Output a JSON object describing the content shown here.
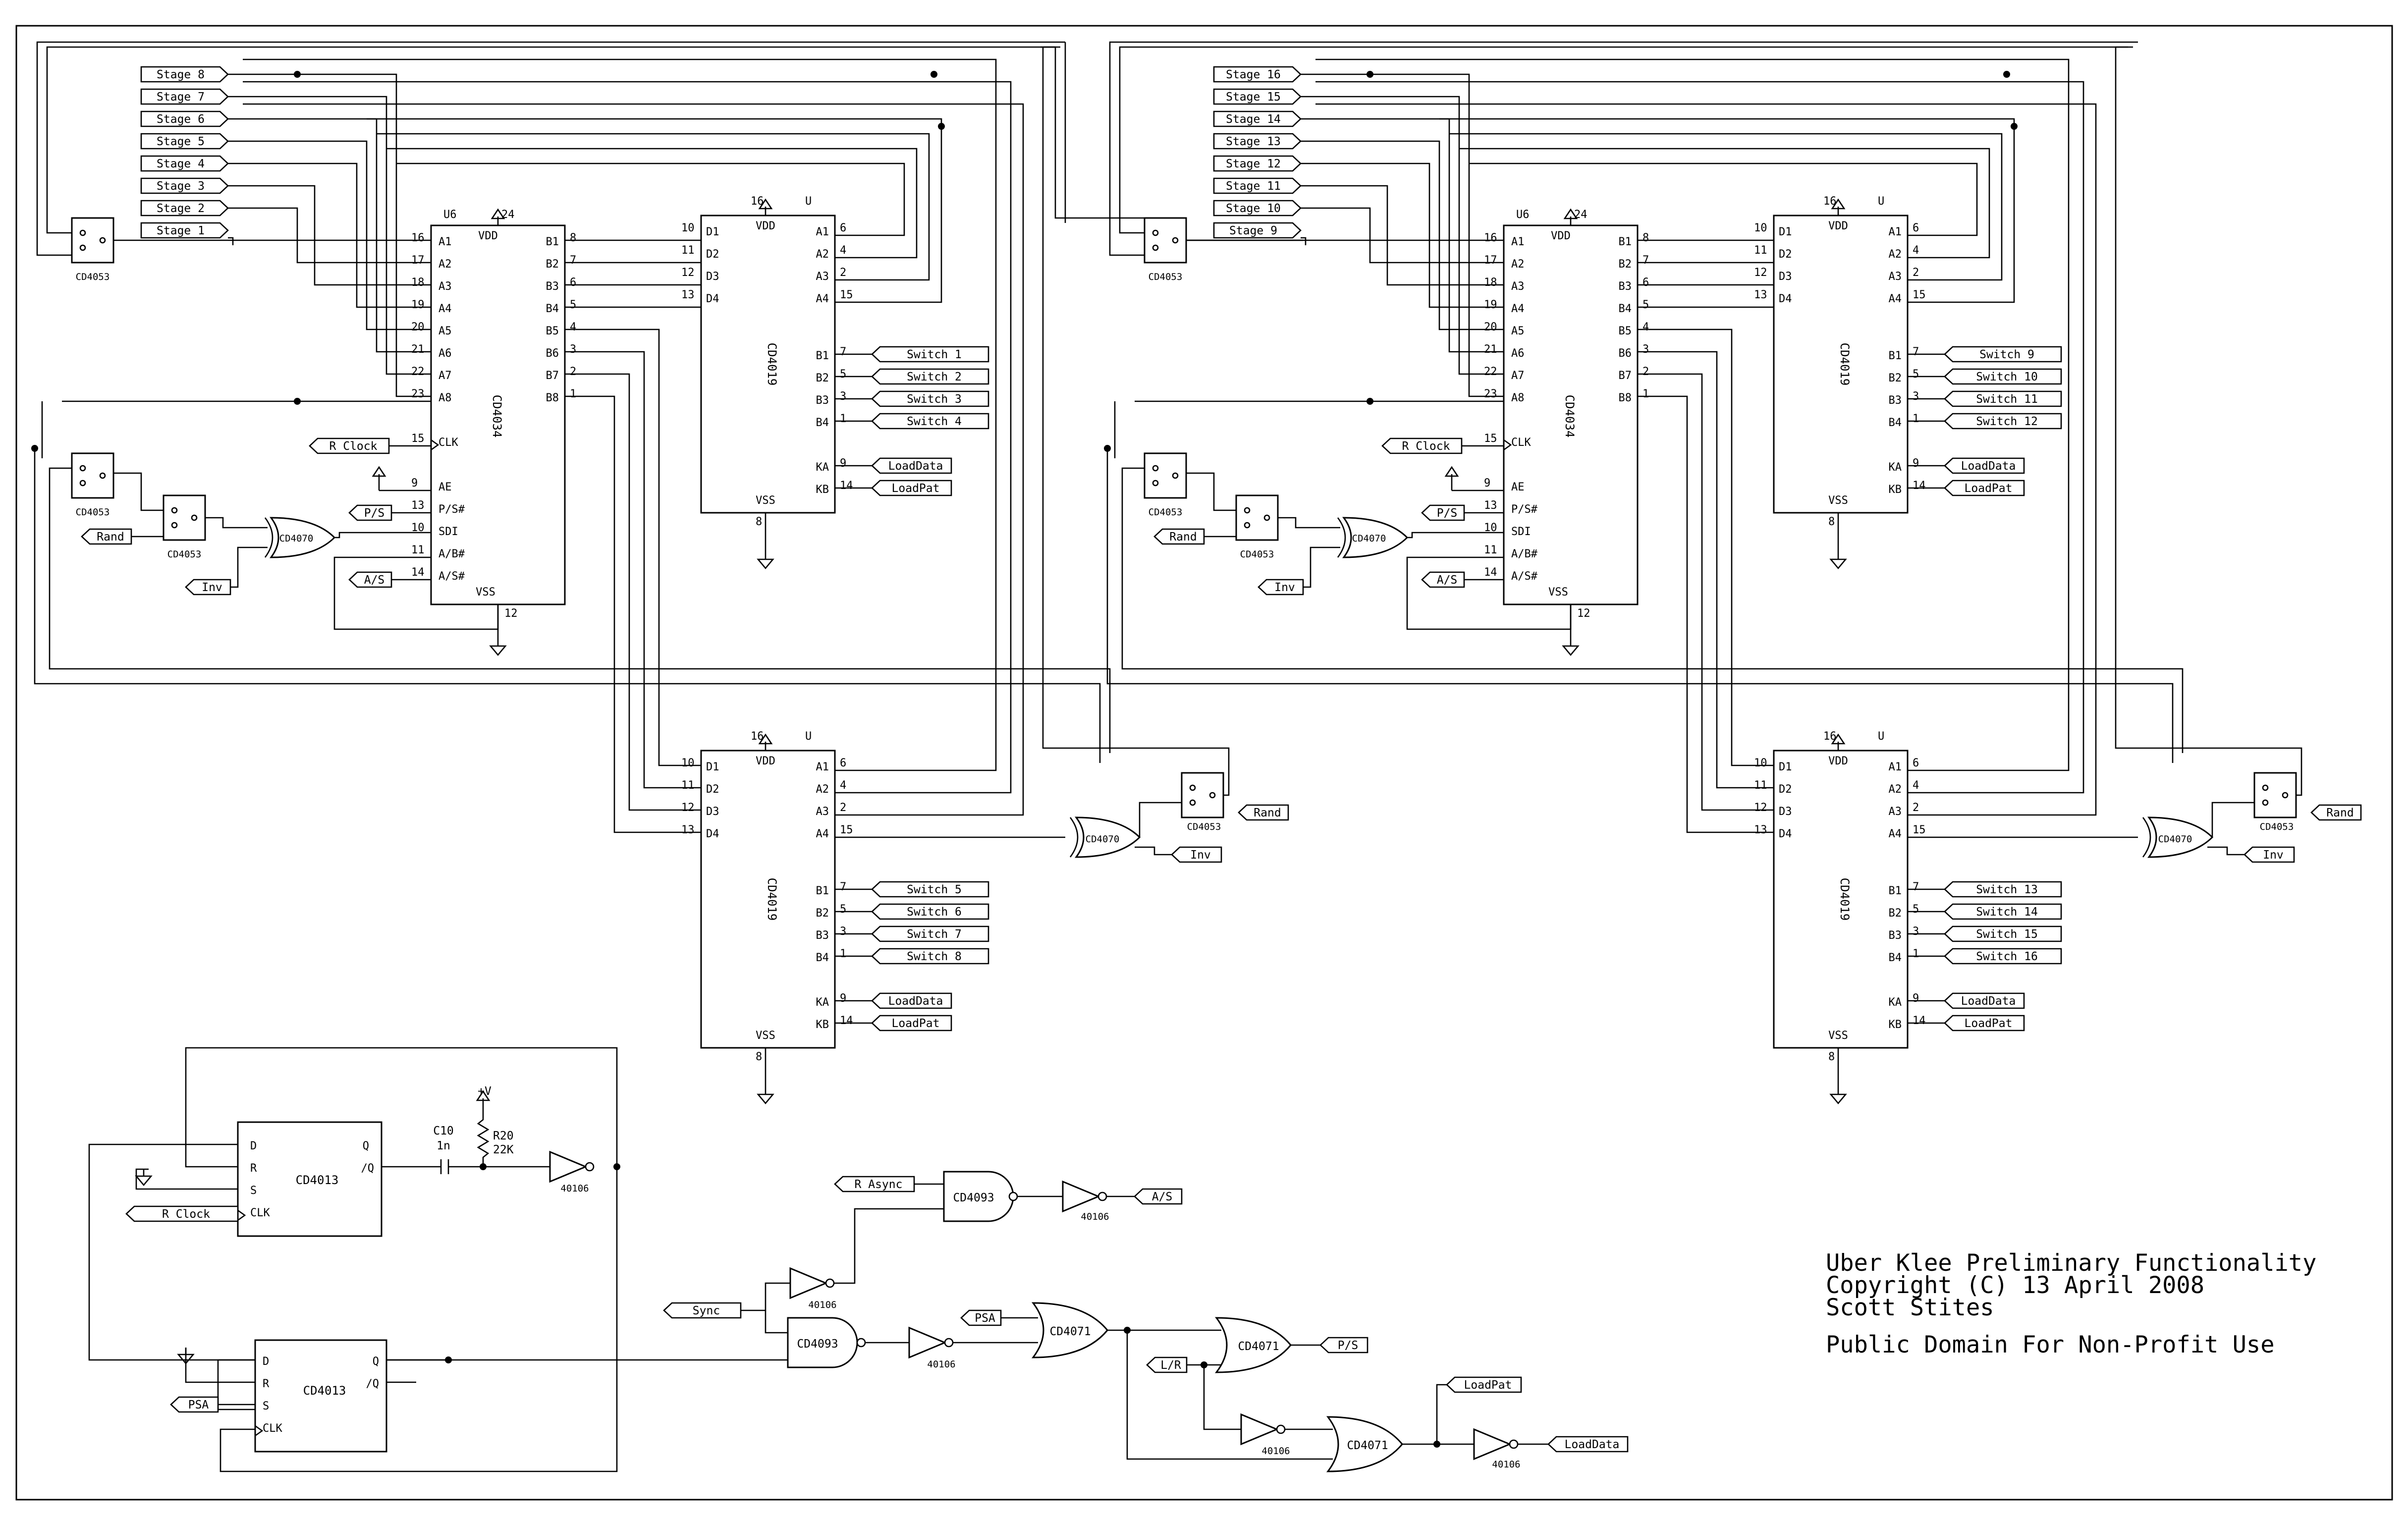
{
  "title_block": {
    "line1": "Uber Klee Preliminary Functionality",
    "line2": "Copyright (C) 13 April 2008",
    "line3": "Scott Stites",
    "line4": "Public Domain For Non-Profit Use"
  },
  "stages_left": [
    "Stage 8",
    "Stage 7",
    "Stage 6",
    "Stage 5",
    "Stage 4",
    "Stage 3",
    "Stage 2",
    "Stage 1"
  ],
  "stages_right": [
    "Stage 16",
    "Stage 15",
    "Stage 14",
    "Stage 13",
    "Stage 12",
    "Stage 11",
    "Stage 10",
    "Stage 9"
  ],
  "switches_top_left": [
    "Switch 1",
    "Switch 2",
    "Switch 3",
    "Switch 4"
  ],
  "switches_bottom_left": [
    "Switch 5",
    "Switch 6",
    "Switch 7",
    "Switch 8"
  ],
  "switches_top_right": [
    "Switch 9",
    "Switch 10",
    "Switch 11",
    "Switch 12"
  ],
  "switches_bottom_right": [
    "Switch 13",
    "Switch 14",
    "Switch 15",
    "Switch 16"
  ],
  "chips": {
    "cd4034": "CD4034",
    "cd4019": "CD4019",
    "cd4053": "CD4053",
    "cd4070": "CD4070",
    "cd4013": "CD4013",
    "cd4093": "CD4093",
    "cd4071": "CD4071",
    "inv40106": "40106",
    "u6": "U6",
    "u": "U"
  },
  "pins": {
    "vdd": "VDD",
    "vss": "VSS",
    "p16": "16",
    "p24": "24",
    "p12": "12",
    "p8": "8",
    "ae": "AE",
    "ps": "P/S#",
    "sdi": "SDI",
    "ab": "A/B#",
    "as": "A/S#",
    "clk": "CLK",
    "ka": "KA",
    "kb": "KB",
    "d": "D",
    "r": "R",
    "s": "S",
    "q": "Q",
    "qn": "/Q"
  },
  "cd4034_left_pins": [
    {
      "n": "16",
      "l": "A1"
    },
    {
      "n": "17",
      "l": "A2"
    },
    {
      "n": "18",
      "l": "A3"
    },
    {
      "n": "19",
      "l": "A4"
    },
    {
      "n": "20",
      "l": "A5"
    },
    {
      "n": "21",
      "l": "A6"
    },
    {
      "n": "22",
      "l": "A7"
    },
    {
      "n": "23",
      "l": "A8"
    }
  ],
  "cd4034_ctrl_pins": [
    {
      "n": "15",
      "l": "CLK"
    },
    {
      "n": "9",
      "l": "AE"
    },
    {
      "n": "13",
      "l": "P/S#"
    },
    {
      "n": "10",
      "l": "SDI"
    },
    {
      "n": "11",
      "l": "A/B#"
    },
    {
      "n": "14",
      "l": "A/S#"
    }
  ],
  "cd4034_right_pins": [
    {
      "n": "8",
      "l": "B1"
    },
    {
      "n": "7",
      "l": "B2"
    },
    {
      "n": "6",
      "l": "B3"
    },
    {
      "n": "5",
      "l": "B4"
    },
    {
      "n": "4",
      "l": "B5"
    },
    {
      "n": "3",
      "l": "B6"
    },
    {
      "n": "2",
      "l": "B7"
    },
    {
      "n": "1",
      "l": "B8"
    }
  ],
  "cd4019_d_pins": [
    {
      "n": "10",
      "l": "D1"
    },
    {
      "n": "11",
      "l": "D2"
    },
    {
      "n": "12",
      "l": "D3"
    },
    {
      "n": "13",
      "l": "D4"
    }
  ],
  "cd4019_a_pins": [
    {
      "n": "6",
      "l": "A1"
    },
    {
      "n": "4",
      "l": "A2"
    },
    {
      "n": "2",
      "l": "A3"
    },
    {
      "n": "15",
      "l": "A4"
    }
  ],
  "cd4019_b_pins": [
    {
      "n": "7",
      "l": "B1"
    },
    {
      "n": "5",
      "l": "B2"
    },
    {
      "n": "3",
      "l": "B3"
    },
    {
      "n": "1",
      "l": "B4"
    }
  ],
  "cd4019_k_pins": [
    {
      "n": "9",
      "l": "KA"
    },
    {
      "n": "14",
      "l": "KB"
    }
  ],
  "nets": {
    "r_clock": "R Clock",
    "ps": "P/S",
    "as": "A/S",
    "rand": "Rand",
    "inv": "Inv",
    "load_data": "LoadData",
    "load_pat": "LoadPat",
    "r_async": "R Async",
    "sync": "Sync",
    "psa": "PSA",
    "lr": "L/R",
    "plus_v": "+V"
  },
  "components": {
    "c10": "C10",
    "c10_value": "1n",
    "r20": "R20",
    "r20_value": "22K"
  }
}
